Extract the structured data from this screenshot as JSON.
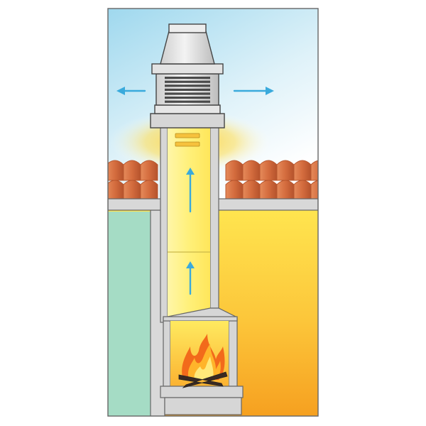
{
  "diagram": {
    "subject": "chimney-draft-fan-on-fireplace",
    "components": [
      {
        "id": "sky",
        "label": ""
      },
      {
        "id": "roof-tiles",
        "label": ""
      },
      {
        "id": "chimney-flue",
        "label": ""
      },
      {
        "id": "rotary-cowl-fan",
        "label": ""
      },
      {
        "id": "fireplace",
        "label": ""
      },
      {
        "id": "fire",
        "label": ""
      },
      {
        "id": "interior-wall",
        "label": ""
      }
    ],
    "flows": [
      {
        "id": "smoke-rising-lower",
        "direction": "up"
      },
      {
        "id": "smoke-rising-upper",
        "direction": "up"
      },
      {
        "id": "exhaust-left",
        "direction": "left"
      },
      {
        "id": "exhaust-right",
        "direction": "right"
      }
    ],
    "colors": {
      "sky_top": "#a8dcef",
      "sky_bottom": "#f2f9fc",
      "wall_green": "#a5dcc5",
      "warm_yellow": "#ffe34d",
      "warm_orange": "#f7a521",
      "masonry": "#d6d6d6",
      "tile": "#d9794a",
      "tile_dark": "#b8572f",
      "arrow": "#3aaadc",
      "outline": "#555555"
    }
  }
}
